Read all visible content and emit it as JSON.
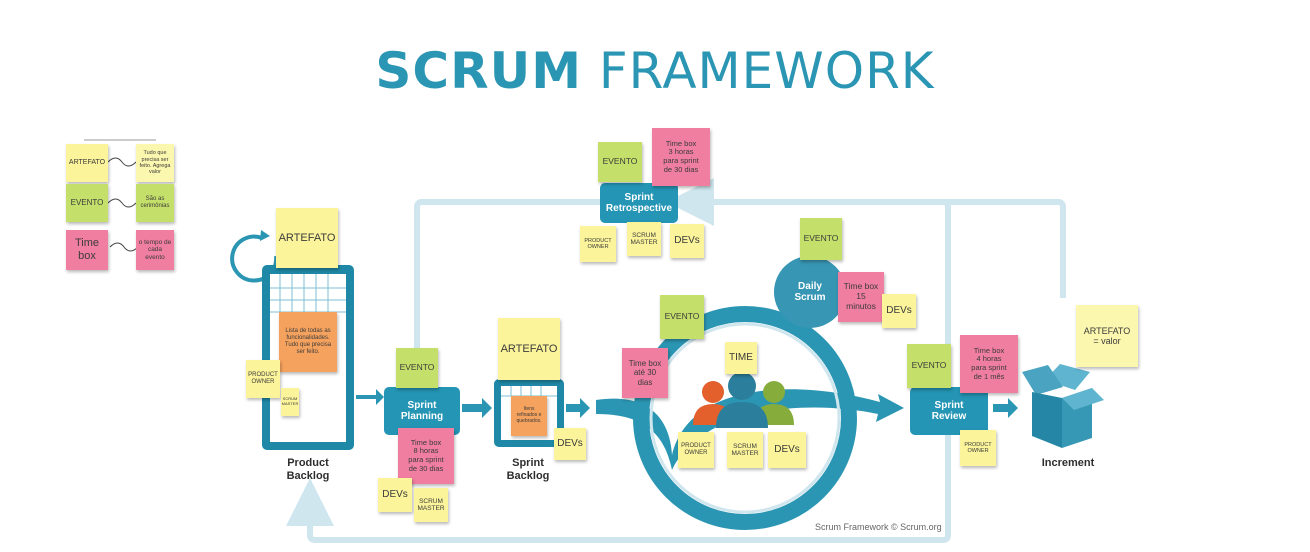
{
  "title": {
    "bold": "SCRUM",
    "rest": "FRAMEWORK"
  },
  "legend": {
    "items": [
      {
        "label": "ARTEFATO",
        "desc": "Tudo que precisa ser feito. Agrega valor"
      },
      {
        "label": "EVENTO",
        "desc": "São as cerimônias"
      },
      {
        "label": "Time box",
        "desc": "o tempo de cada evento"
      }
    ]
  },
  "stages": {
    "product_backlog": {
      "label": "Product\nBacklog",
      "artefato": "ARTEFATO",
      "desc": "Lista de todas as funcionalidades. Tudo que precisa ser feito.",
      "po": "PRODUCT OWNER",
      "sm": "SCRUM MASTER"
    },
    "sprint_planning": {
      "label": "Sprint\nPlanning",
      "evento": "EVENTO",
      "timebox": "Time box\n8 horas\npara sprint\nde 30 dias",
      "devs": "DEVs",
      "sm": "SCRUM MASTER"
    },
    "sprint_backlog": {
      "label": "Sprint\nBacklog",
      "artefato": "ARTEFATO",
      "desc": "Itens refinados e quebrados.",
      "devs": "DEVs"
    },
    "sprint": {
      "evento": "EVENTO",
      "timebox": "Time box\naté 30\ndias",
      "time": "TIME",
      "po": "PRODUCT OWNER",
      "sm": "SCRUM MASTER",
      "devs": "DEVs"
    },
    "daily_scrum": {
      "label": "Daily\nScrum",
      "evento": "EVENTO",
      "timebox": "Time box\n15\nminutos",
      "devs": "DEVs"
    },
    "sprint_retrospective": {
      "label": "Sprint\nRetrospective",
      "evento": "EVENTO",
      "timebox": "Time box\n3 horas\npara sprint\nde 30 dias",
      "po": "PRODUCT OWNER",
      "sm": "SCRUM MASTER",
      "devs": "DEVs"
    },
    "sprint_review": {
      "label": "Sprint\nReview",
      "evento": "EVENTO",
      "timebox": "Time box\n4 horas\npara sprint\nde 1 mês",
      "po": "PRODUCT OWNER"
    },
    "increment": {
      "label": "Increment",
      "artefato": "ARTEFATO\n= valor"
    }
  },
  "credit": "Scrum Framework © Scrum.org",
  "colors": {
    "teal": "#2b96b3",
    "teal_dark": "#1d7f99",
    "teal_light": "#cfe6ee",
    "sticky_yellow": "#fbf49a",
    "sticky_green": "#c5e06a",
    "sticky_pink": "#f07ea0",
    "sticky_orange": "#f5a25e"
  }
}
